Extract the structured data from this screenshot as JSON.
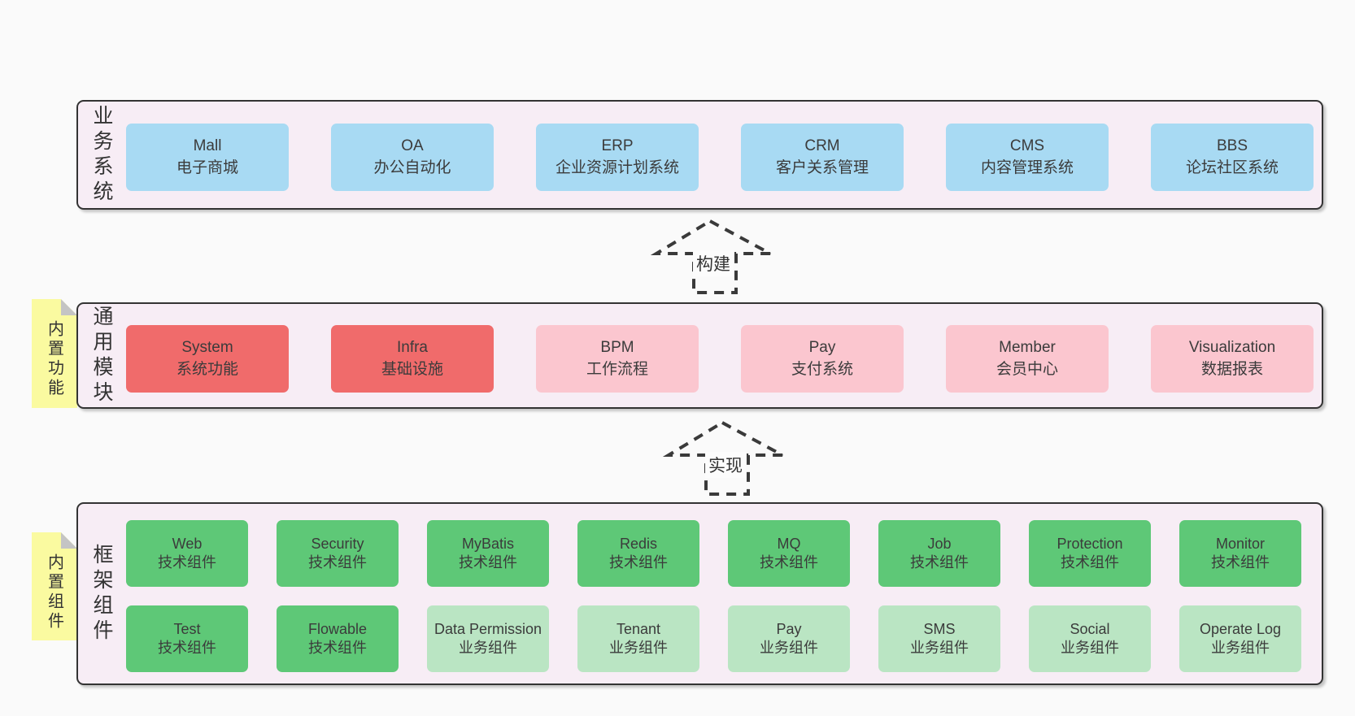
{
  "page": {
    "background": "#fafafa"
  },
  "diagram": {
    "colors": {
      "blue": "#a8daf3",
      "red": "#f06b6b",
      "pink": "#fbc6cf",
      "green": "#5ec877",
      "lightgreen": "#bae5c3",
      "yellow_tab": "#fafaa0",
      "container": "#f7edf5",
      "border": "#333333",
      "text": "#3b3b3b"
    },
    "arrows": [
      {
        "label": "构建"
      },
      {
        "label": "实现"
      }
    ],
    "layers": [
      {
        "side_label": "业务系统",
        "boxes": [
          {
            "title": "Mall",
            "subtitle": "电子商城",
            "variant": "blue"
          },
          {
            "title": "OA",
            "subtitle": "办公自动化",
            "variant": "blue"
          },
          {
            "title": "ERP",
            "subtitle": "企业资源计划系统",
            "variant": "blue"
          },
          {
            "title": "CRM",
            "subtitle": "客户关系管理",
            "variant": "blue"
          },
          {
            "title": "CMS",
            "subtitle": "内容管理系统",
            "variant": "blue"
          },
          {
            "title": "BBS",
            "subtitle": "论坛社区系统",
            "variant": "blue"
          }
        ]
      },
      {
        "side_label": "通用模块",
        "tag": "内置功能",
        "boxes": [
          {
            "title": "System",
            "subtitle": "系统功能",
            "variant": "red"
          },
          {
            "title": "Infra",
            "subtitle": "基础设施",
            "variant": "red"
          },
          {
            "title": "BPM",
            "subtitle": "工作流程",
            "variant": "pink"
          },
          {
            "title": "Pay",
            "subtitle": "支付系统",
            "variant": "pink"
          },
          {
            "title": "Member",
            "subtitle": "会员中心",
            "variant": "pink"
          },
          {
            "title": "Visualization",
            "subtitle": "数据报表",
            "variant": "pink"
          }
        ]
      },
      {
        "side_label": "框架组件",
        "tag": "内置组件",
        "boxes": [
          {
            "title": "Web",
            "subtitle": "技术组件",
            "variant": "green"
          },
          {
            "title": "Security",
            "subtitle": "技术组件",
            "variant": "green"
          },
          {
            "title": "MyBatis",
            "subtitle": "技术组件",
            "variant": "green"
          },
          {
            "title": "Redis",
            "subtitle": "技术组件",
            "variant": "green"
          },
          {
            "title": "MQ",
            "subtitle": "技术组件",
            "variant": "green"
          },
          {
            "title": "Job",
            "subtitle": "技术组件",
            "variant": "green"
          },
          {
            "title": "Protection",
            "subtitle": "技术组件",
            "variant": "green"
          },
          {
            "title": "Monitor",
            "subtitle": "技术组件",
            "variant": "green"
          },
          {
            "title": "Test",
            "subtitle": "技术组件",
            "variant": "green"
          },
          {
            "title": "Flowable",
            "subtitle": "技术组件",
            "variant": "green"
          },
          {
            "title": "Data Permission",
            "subtitle": "业务组件",
            "variant": "lightgreen"
          },
          {
            "title": "Tenant",
            "subtitle": "业务组件",
            "variant": "lightgreen"
          },
          {
            "title": "Pay",
            "subtitle": "业务组件",
            "variant": "lightgreen"
          },
          {
            "title": "SMS",
            "subtitle": "业务组件",
            "variant": "lightgreen"
          },
          {
            "title": "Social",
            "subtitle": "业务组件",
            "variant": "lightgreen"
          },
          {
            "title": "Operate Log",
            "subtitle": "业务组件",
            "variant": "lightgreen"
          }
        ]
      }
    ]
  }
}
